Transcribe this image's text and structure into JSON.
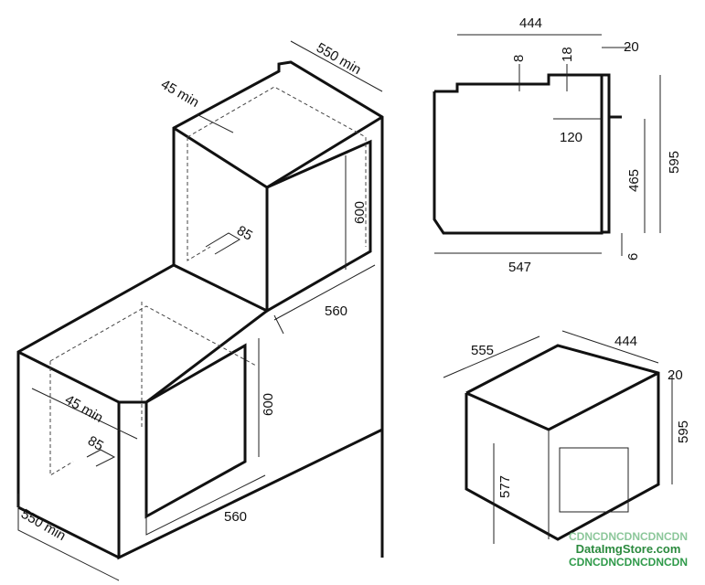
{
  "left_drawing": {
    "upper": {
      "depth": "550 min",
      "gap": "45 min",
      "vent": "85",
      "height": "600",
      "width": "560"
    },
    "lower": {
      "gap": "45 min",
      "vent": "85",
      "height": "600",
      "depth": "550 min",
      "width": "560"
    }
  },
  "side_view": {
    "top_depth": "444",
    "d8": "8",
    "d18": "18",
    "d20": "20",
    "d120": "120",
    "d465": "465",
    "d595": "595",
    "d547": "547",
    "d6": "6"
  },
  "iso_view": {
    "d555": "555",
    "d444": "444",
    "d20": "20",
    "d595": "595",
    "d577": "577"
  },
  "watermark": {
    "line1": "CDNCDNCDNCDNCDN",
    "site": "DataImgStore.com",
    "line3": "CDNCDNCDNCDNCDN"
  },
  "colors": {
    "line": "#111111",
    "watermark": "#2b8a3e"
  }
}
